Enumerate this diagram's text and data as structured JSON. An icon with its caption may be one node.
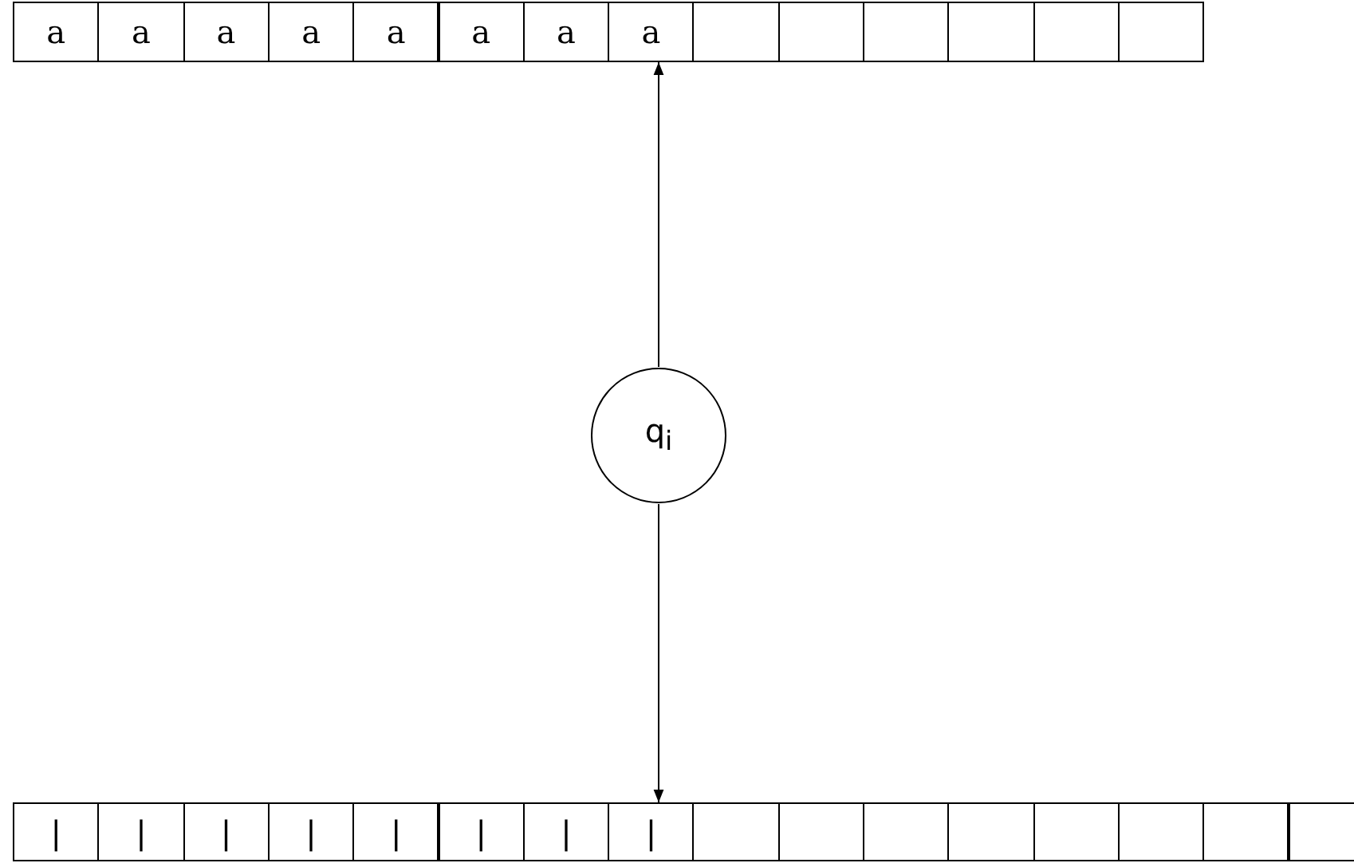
{
  "diagram": {
    "nodes": [
      {
        "text": [
          "a"
        ]
      },
      {
        "text": [
          "a"
        ]
      },
      {
        "text": [
          "a"
        ]
      },
      {
        "text": [
          "a"
        ]
      },
      {
        "text": [
          "a"
        ]
      },
      {
        "text": [
          "a"
        ]
      },
      {
        "text": [
          "a"
        ]
      },
      {
        "text": [
          "a"
        ]
      },
      {
        "text": [],
        "shape": "box"
      },
      {
        "text": [],
        "shape": "box"
      },
      {
        "text": [],
        "shape": "box"
      },
      {
        "text": [],
        "shape": "box"
      },
      {
        "text": [],
        "shape": "box"
      },
      {
        "text": [],
        "shape": "box"
      },
      {
        "text": [
          "q$_{i}$"
        ]
      },
      {
        "text": [
          "|"
        ]
      },
      {
        "text": [
          "|"
        ]
      },
      {
        "text": [
          "|"
        ]
      },
      {
        "text": [
          "|"
        ]
      },
      {
        "text": [
          "|"
        ]
      },
      {
        "text": [
          "|"
        ]
      },
      {
        "text": [
          "|"
        ]
      },
      {
        "text": [
          "|"
        ]
      },
      {
        "text": [],
        "shape": "box"
      },
      {
        "text": [],
        "shape": "box"
      },
      {
        "text": [],
        "shape": "box"
      },
      {
        "text": [],
        "shape": "box"
      },
      {
        "text": [],
        "shape": "box"
      },
      {
        "text": [],
        "shape": "box"
      },
      {
        "text": [],
        "shape": "box"
      },
      {
        "text": [],
        "shape": "box"
      }
    ],
    "edges": [
      {
        "from": 14,
        "to": 7,
        "arrow": "to"
      },
      {
        "from": 14,
        "to": 22,
        "arrow": "to"
      }
    ]
  }
}
